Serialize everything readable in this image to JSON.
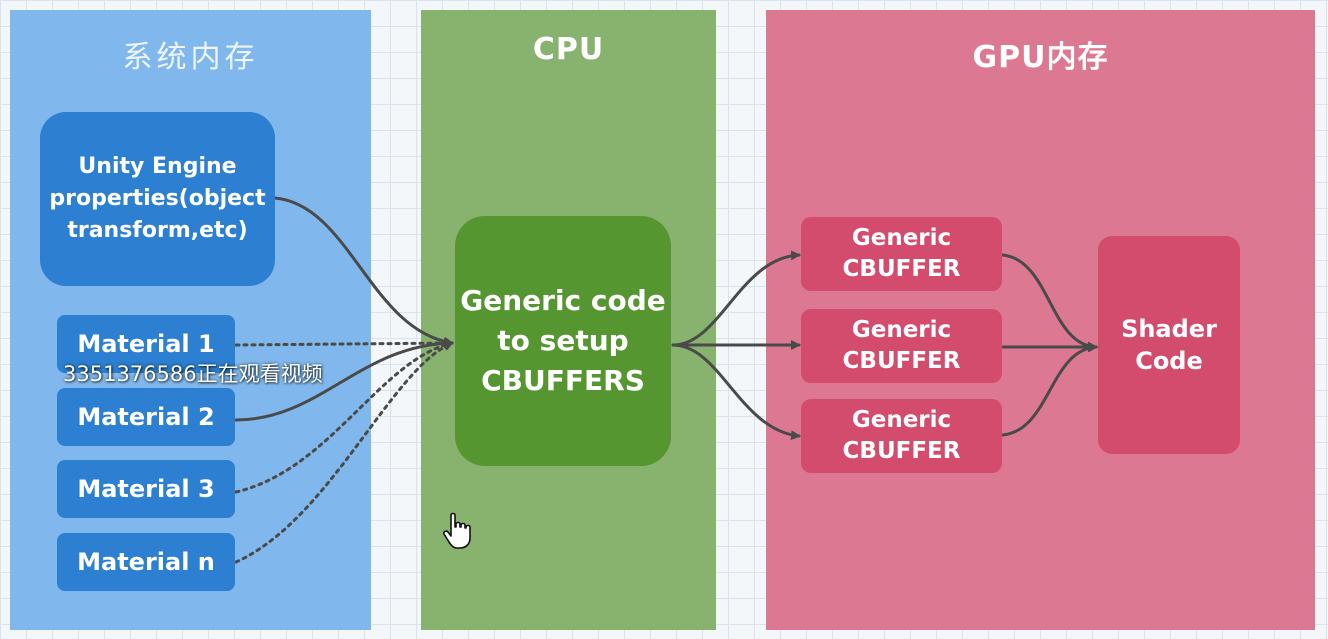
{
  "panels": {
    "system_memory": {
      "title": "系统内存"
    },
    "cpu": {
      "title": "CPU"
    },
    "gpu_memory": {
      "title": "GPU内存"
    }
  },
  "system_memory": {
    "engine_box": "Unity Engine\nproperties(object\ntransform,etc)",
    "materials": [
      "Material 1",
      "Material 2",
      "Material 3",
      "Material n"
    ]
  },
  "cpu": {
    "box": "Generic code\nto setup\nCBUFFERS"
  },
  "gpu_memory": {
    "cbuffers": [
      "Generic\nCBUFFER",
      "Generic\nCBUFFER",
      "Generic\nCBUFFER"
    ],
    "shader": "Shader\nCode"
  },
  "overlay": {
    "watermark": "3351376586正在观看视频"
  },
  "icons": {
    "cursor": "hand-pointer-icon"
  },
  "colors": {
    "system_panel": "#80b8ed",
    "cpu_panel": "#88b36e",
    "gpu_panel": "#dc7891",
    "blue_box": "#2c7fd1",
    "green_box": "#559630",
    "red_box": "#d34c6e",
    "connector": "#4a4a4a"
  }
}
